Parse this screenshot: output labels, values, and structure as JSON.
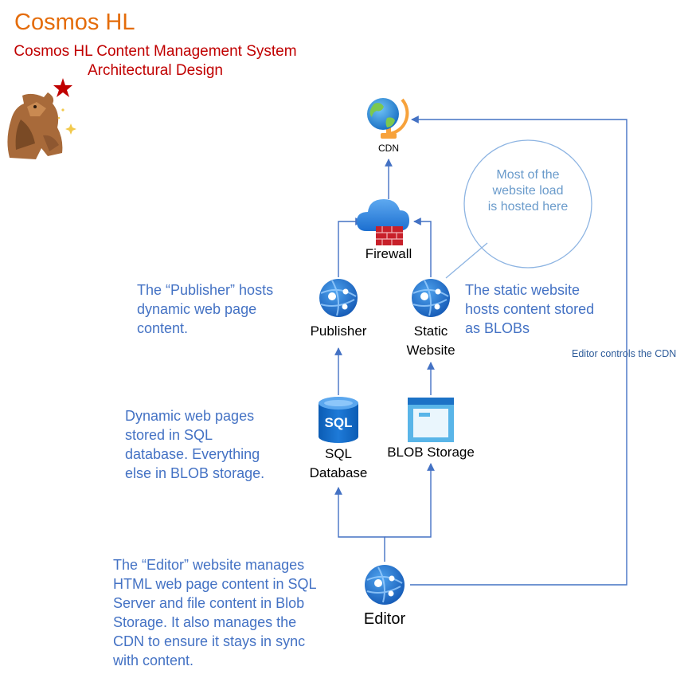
{
  "header": {
    "title": "Cosmos HL",
    "subtitle_line1": "Cosmos HL Content Management System",
    "subtitle_line2": "Architectural Design"
  },
  "nodes": {
    "cdn": "CDN",
    "firewall": "Firewall",
    "publisher": "Publisher",
    "static_line1": "Static",
    "static_line2": "Website",
    "sql_line1": "SQL",
    "sql_line2": "Database",
    "blob": "BLOB Storage",
    "editor": "Editor",
    "sql_icon_text": "SQL"
  },
  "notes": {
    "circle": [
      "Most of the",
      "website load",
      "is hosted here"
    ],
    "publisher": [
      "The “Publisher” hosts",
      "dynamic web page",
      "content."
    ],
    "static": [
      "The static website",
      "hosts content stored",
      "as BLOBs"
    ],
    "dynamic": [
      "Dynamic web pages",
      "stored in SQL",
      "database. Everything",
      "else in BLOB storage."
    ],
    "editor": [
      "The “Editor” website manages",
      "HTML web page content in SQL",
      "Server and file content in Blob",
      "Storage. It also manages the",
      "CDN to ensure it stays in sync",
      "with content."
    ],
    "edge_label": "Editor controls the CDN"
  },
  "colors": {
    "title": "#E46C0A",
    "subtitle": "#C00000",
    "note_text": "#4472C4",
    "connector": "#4472C4",
    "azure_blue": "#1C72C6",
    "firewall_red": "#C8202A",
    "star": "#C00000"
  },
  "icons": [
    "globe-icon",
    "cloud-firewall-icon",
    "app-service-icon",
    "sql-database-icon",
    "blob-storage-icon",
    "bear-logo-icon"
  ]
}
